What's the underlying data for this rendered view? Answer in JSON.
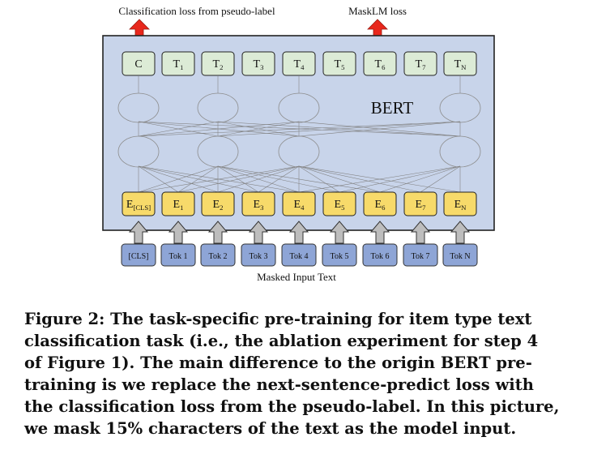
{
  "diagram": {
    "top_labels": {
      "left": "Classification loss from pseudo-label",
      "right": "MaskLM loss"
    },
    "model_label": "BERT",
    "outputs": [
      {
        "base": "C",
        "sub": ""
      },
      {
        "base": "T",
        "sub": "1"
      },
      {
        "base": "T",
        "sub": "2"
      },
      {
        "base": "T",
        "sub": "3"
      },
      {
        "base": "T",
        "sub": "4"
      },
      {
        "base": "T",
        "sub": "5"
      },
      {
        "base": "T",
        "sub": "6"
      },
      {
        "base": "T",
        "sub": "7"
      },
      {
        "base": "T",
        "sub": "N"
      }
    ],
    "embeddings": [
      {
        "base": "E",
        "sub": "[CLS]"
      },
      {
        "base": "E",
        "sub": "1"
      },
      {
        "base": "E",
        "sub": "2"
      },
      {
        "base": "E",
        "sub": "3"
      },
      {
        "base": "E",
        "sub": "4"
      },
      {
        "base": "E",
        "sub": "5"
      },
      {
        "base": "E",
        "sub": "6"
      },
      {
        "base": "E",
        "sub": "7"
      },
      {
        "base": "E",
        "sub": "N"
      }
    ],
    "tokens": [
      "[CLS]",
      "Tok 1",
      "Tok 2",
      "Tok 3",
      "Tok 4",
      "Tok 5",
      "Tok 6",
      "Tok 7",
      "Tok N"
    ],
    "bottom_label": "Masked Input Text",
    "colors": {
      "bert_box": "#c8d4ea",
      "output_box": "#dcebd6",
      "embedding_box": "#f7da6a",
      "token_box": "#8ea5d6",
      "red_arrow": "#e8271c",
      "gray_arrow": "#bdbdbd"
    }
  },
  "caption": {
    "lines": [
      "Figure 2: The task-specific pre-training for item type text",
      "classification task (i.e., the ablation experiment for step 4",
      "of Figure 1). The main difference to the origin BERT pre-",
      "training is we replace the next-sentence-predict loss with",
      "the classification loss from the pseudo-label. In this picture,",
      "we mask 15% characters of the text as the model input."
    ]
  }
}
